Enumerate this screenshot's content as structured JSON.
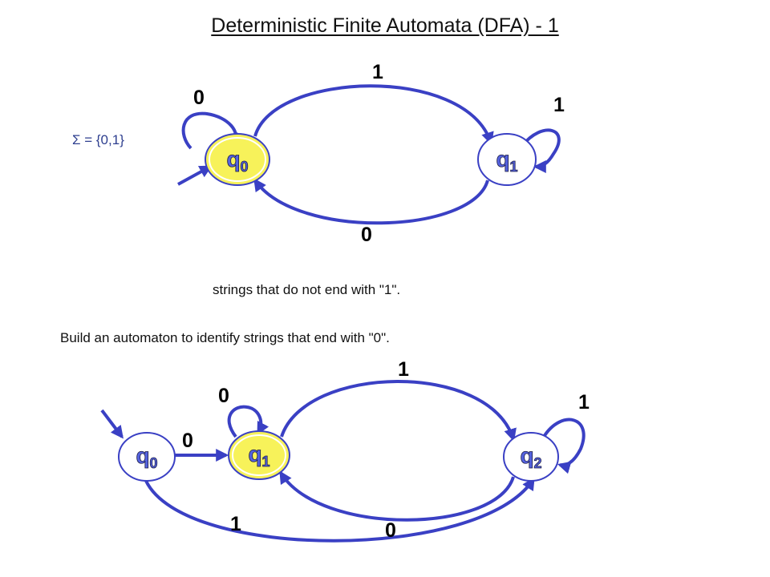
{
  "title": "Deterministic Finite Automata (DFA) - 1",
  "alphabet": "Σ = {0,1}",
  "caption1": "strings that do not end with \"1\".",
  "caption2": "Build an automaton to identify strings that end with \"0\".",
  "colors": {
    "edge": "#3a40c4",
    "state_fill": "#ffffff",
    "accepting_fill": "#f7f25a",
    "state_text": "#5563e0"
  },
  "diagram1": {
    "states": [
      {
        "base": "q",
        "sub": "0",
        "accepting": true,
        "start": true
      },
      {
        "base": "q",
        "sub": "1",
        "accepting": false,
        "start": false
      }
    ],
    "labels": {
      "q0_self": "0",
      "q0_to_q1": "1",
      "q1_self": "1",
      "q1_to_q0": "0"
    }
  },
  "diagram2": {
    "states": [
      {
        "base": "q",
        "sub": "0",
        "accepting": false,
        "start": true
      },
      {
        "base": "q",
        "sub": "1",
        "accepting": true,
        "start": false
      },
      {
        "base": "q",
        "sub": "2",
        "accepting": false,
        "start": false
      }
    ],
    "labels": {
      "q0_to_q1": "0",
      "q1_self": "0",
      "q1_to_q2": "1",
      "q2_self": "1",
      "q2_to_q1": "0",
      "q0_to_q2": "1"
    }
  }
}
